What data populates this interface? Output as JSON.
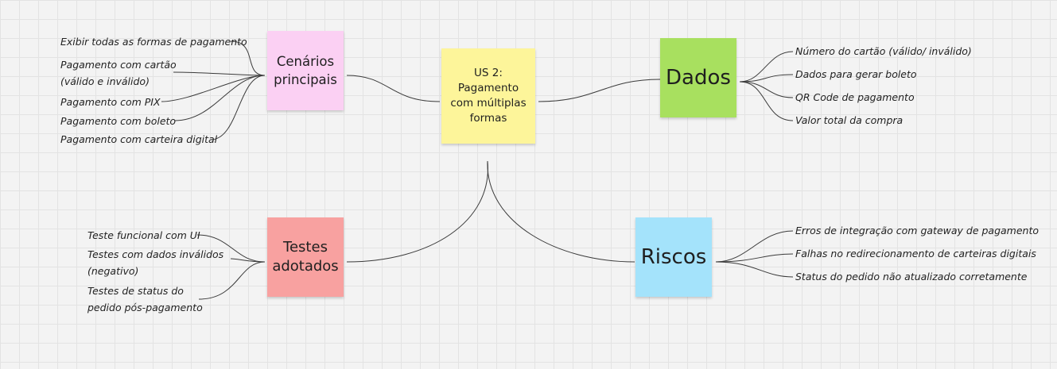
{
  "colors": {
    "center": "#fdf59a",
    "cenarios": "#fbd0f3",
    "dados": "#a8e05f",
    "testes": "#f8a1a0",
    "riscos": "#a4e3fb",
    "line": "#3a3a3a"
  },
  "center": {
    "label": "US 2:\nPagamento\ncom múltiplas\nformas"
  },
  "cenarios": {
    "label": "Cenários\nprincipais",
    "items": [
      "Exibir todas as formas de pagamento",
      "Pagamento com cartão\n (válido e inválido)",
      "Pagamento com PIX",
      "Pagamento com boleto",
      "Pagamento com carteira digital"
    ]
  },
  "dados": {
    "label": "Dados",
    "items": [
      "Número do cartão (válido/ inválido)",
      "Dados para gerar boleto",
      "QR Code de pagamento",
      "Valor total da compra"
    ]
  },
  "testes": {
    "label": "Testes\nadotados",
    "items": [
      "Teste funcional com UI",
      "Testes com dados inválidos\n(negativo)",
      "Testes de status do\npedido pós-pagamento"
    ]
  },
  "riscos": {
    "label": "Riscos",
    "items": [
      "Erros de integração com gateway de pagamento",
      "Falhas no redirecionamento de carteiras digitais",
      "Status do pedido não atualizado corretamente"
    ]
  }
}
